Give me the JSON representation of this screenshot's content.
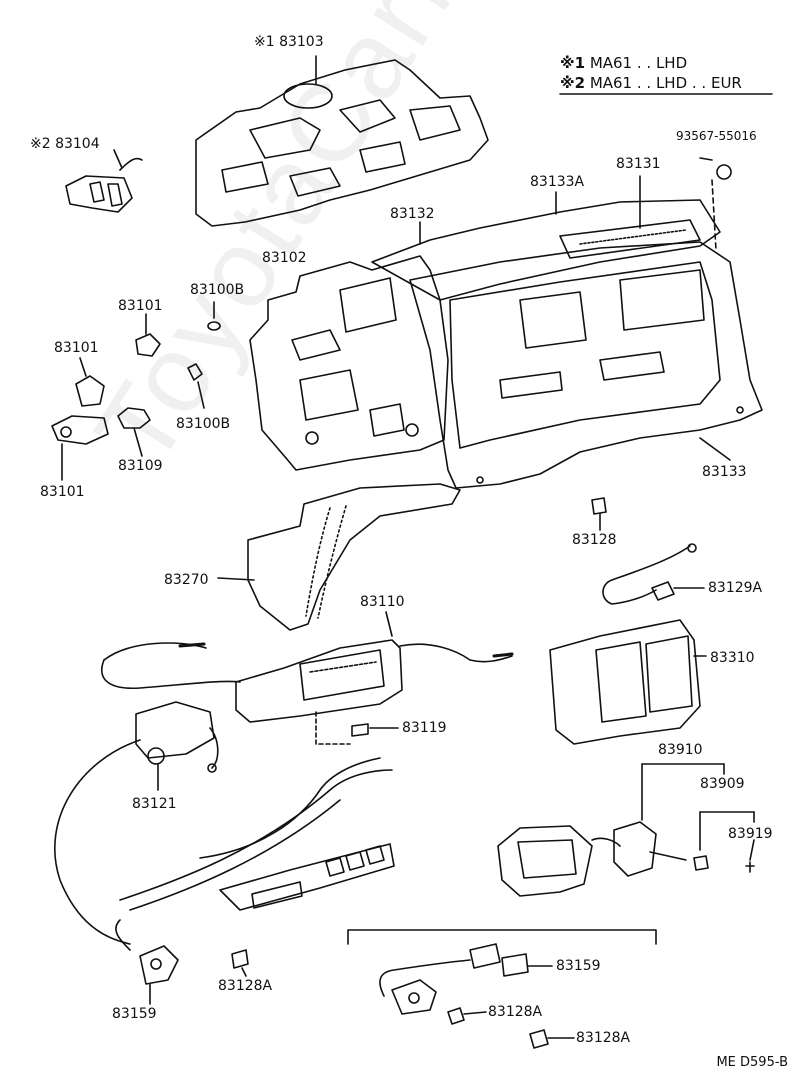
{
  "legend": {
    "line1": {
      "mark": "※1",
      "text": "MA61 . . LHD"
    },
    "line2": {
      "mark": "※2",
      "text": "MA61 . . LHD . . EUR"
    }
  },
  "watermark": "ToyotaCarMiniru",
  "sheet_code": "ME  D595-B",
  "labels": {
    "p83103": "※1 83103",
    "p83104": "※2 83104",
    "p93567": "93567-55016",
    "p83131": "83131",
    "p83133A": "83133A",
    "p83132": "83132",
    "p83102": "83102",
    "p83100B_top": "83100B",
    "p83101_a": "83101",
    "p83101_b": "83101",
    "p83101_c": "83101",
    "p83100B_bottom": "83100B",
    "p83109": "83109",
    "p83133": "83133",
    "p83128_top": "83128",
    "p83270": "83270",
    "p83110": "83110",
    "p83129A": "83129A",
    "p83310": "83310",
    "p83119": "83119",
    "p83121": "83121",
    "p83910": "83910",
    "p83909": "83909",
    "p83919": "83919",
    "p83159_left": "83159",
    "p83128A_left": "83128A",
    "p83159_right": "83159",
    "p83128A_r1": "83128A",
    "p83128A_r2": "83128A"
  }
}
